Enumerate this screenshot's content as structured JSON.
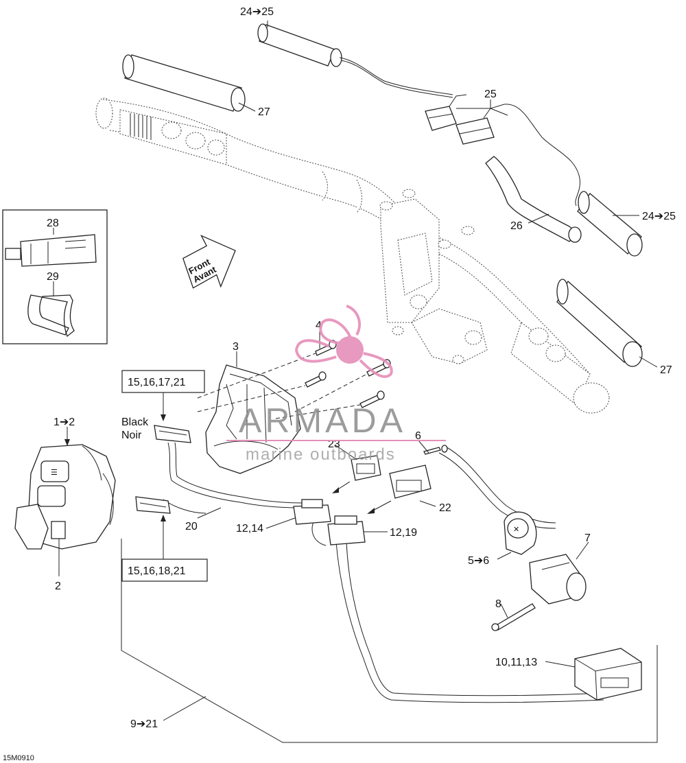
{
  "diagram": {
    "callouts": {
      "c24_25_top": "24➔25",
      "c27_top": "27",
      "c25": "25",
      "c24_25_right": "24➔25",
      "c26": "26",
      "c27_right": "27",
      "c28": "28",
      "c29": "29",
      "c4": "4",
      "c3": "3",
      "c1_2": "1➔2",
      "c2": "2",
      "c6": "6",
      "c23": "23",
      "c22": "22",
      "c20": "20",
      "c12_14": "12,14",
      "c12_19": "12,19",
      "c5_6": "5➔6",
      "c7": "7",
      "c8": "8",
      "c10_11_13": "10,11,13",
      "c9_21": "9➔21"
    },
    "boxes": {
      "box_top": "15,16,17,21",
      "box_bottom": "15,16,18,21"
    },
    "connector_color": {
      "line1": "Black",
      "line2": "Noir"
    },
    "front_arrow": {
      "line1": "Front",
      "line2": "Avant"
    },
    "watermark": {
      "brand": "ARMADA",
      "tagline": "marine outboards"
    },
    "figure_code": "15M0910",
    "colors": {
      "watermark_pink": "#e58fb9",
      "line": "#222222"
    }
  }
}
